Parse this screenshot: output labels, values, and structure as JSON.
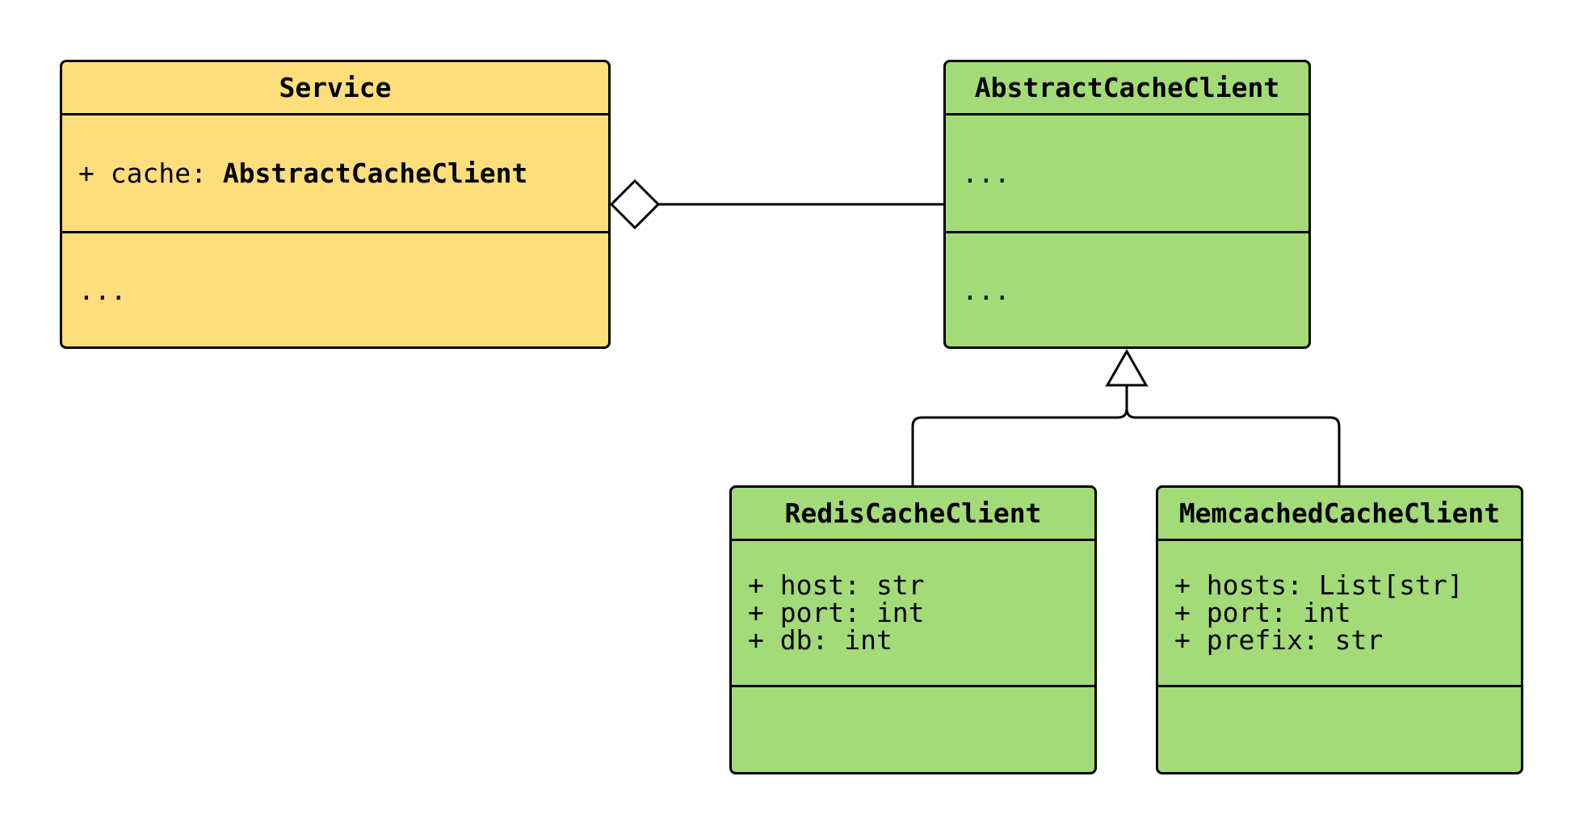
{
  "colors": {
    "service_fill": "#fede7a",
    "client_fill": "#a3db78",
    "stroke": "#000000"
  },
  "classes": {
    "service": {
      "name": "Service",
      "attr_prefix": "+ cache: ",
      "attr_type": "AbstractCacheClient",
      "methods": "..."
    },
    "abstract": {
      "name": "AbstractCacheClient",
      "attributes": "...",
      "methods": "..."
    },
    "redis": {
      "name": "RedisCacheClient",
      "attributes": [
        "+ host: str",
        "+ port: int",
        "+ db: int"
      ]
    },
    "memcached": {
      "name": "MemcachedCacheClient",
      "attributes": [
        "+ hosts: List[str]",
        "+ port: int",
        "+ prefix: str"
      ]
    }
  },
  "relations": [
    {
      "type": "aggregation",
      "whole": "Service",
      "part": "AbstractCacheClient"
    },
    {
      "type": "generalization",
      "parent": "AbstractCacheClient",
      "children": [
        "RedisCacheClient",
        "MemcachedCacheClient"
      ]
    }
  ]
}
